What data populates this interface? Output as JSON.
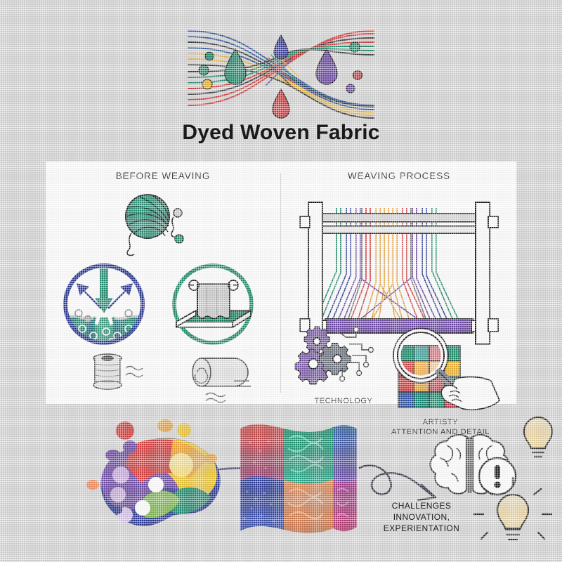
{
  "header": {
    "title": "Dyed Woven Fabric",
    "logo_name": "crossed-dyed-threads-logo",
    "logo_thread_colors": [
      "#2f5596",
      "#e8b23a",
      "#d23c3c",
      "#1d8a6a",
      "#3b3b3b",
      "#6b4aa0"
    ],
    "logo_droplets": [
      {
        "name": "droplet-green",
        "color": "#1d8a6a"
      },
      {
        "name": "droplet-navy",
        "color": "#36399a"
      },
      {
        "name": "droplet-purple",
        "color": "#6b4aa0"
      },
      {
        "name": "droplet-red",
        "color": "#d8363a"
      }
    ],
    "logo_dots": [
      {
        "color": "#1d8a6a"
      },
      {
        "color": "#1d8a6a"
      },
      {
        "color": "#e8b23a"
      },
      {
        "color": "#1d8a6a"
      },
      {
        "color": "#d23c3c"
      },
      {
        "color": "#6b4aa0"
      }
    ]
  },
  "panel": {
    "left": {
      "heading": "BEFORE WEAVING",
      "icons": [
        {
          "name": "yarn-ball-icon",
          "color": "#1d8a6a"
        },
        {
          "name": "dye-bath-absorption-icon",
          "ring_color": "#2b3990",
          "liquid_color": "#14667f",
          "arrow_color": "#1d8a6a"
        },
        {
          "name": "fabric-drying-rack-icon",
          "ring_color": "#1d8a6a",
          "tray_color": "#148362"
        },
        {
          "name": "thread-spool-icon",
          "color": "#6e6e6e"
        },
        {
          "name": "fabric-roll-icon",
          "color": "#6e6e6e"
        }
      ]
    },
    "right": {
      "heading": "WEAVING PROCESS",
      "icons": [
        {
          "name": "loom-icon",
          "beam_color": "#6b4aa0"
        },
        {
          "name": "gears-technology-icon",
          "gear_colors": [
            "#7a5ca8",
            "#6f7580"
          ]
        },
        {
          "name": "magnifier-color-swatch-icon"
        }
      ],
      "captions": [
        {
          "name": "technology-caption",
          "text": "TECHNOLOGY"
        },
        {
          "name": "artistry-caption",
          "line1": "ARTISTY",
          "line2": "ATTENTION AND DETAIL"
        }
      ],
      "loom_warp_colors": [
        "#1d8a6a",
        "#2b3990",
        "#6b4aa0",
        "#d23c3c",
        "#e89a2a",
        "#3b3b3b"
      ],
      "swatch_grid_colors": [
        [
          "#5b9bc7",
          "#4aa39a",
          "#d87a80",
          "#1d8a6a"
        ],
        [
          "#cf4a4a",
          "#efb25a",
          "#f0c79a",
          "#e8b23a"
        ],
        [
          "#d23c3c",
          "#e8a13a",
          "#c84a55",
          "#1d8a6a"
        ],
        [
          "#2b4f9e",
          "#128070",
          "#1d8a6a",
          "#cf3a52"
        ]
      ]
    }
  },
  "bottom": {
    "icons": [
      {
        "name": "color-palette-brain-icon"
      },
      {
        "name": "woven-fabric-swatch-icon"
      },
      {
        "name": "squiggle-connector-icon"
      },
      {
        "name": "arrow-icon"
      },
      {
        "name": "brain-icon"
      },
      {
        "name": "exclamation-badge-icon"
      },
      {
        "name": "lightbulb-icon-top"
      },
      {
        "name": "lightbulb-icon-bottom"
      }
    ],
    "caption_line1": "CHALLENGES",
    "caption_line2": "INNOVATION,",
    "caption_line3": "EXPERIENTATION",
    "palette_colors": [
      "#d23c3c",
      "#e8a13a",
      "#e8c23a",
      "#7ab648",
      "#1d8a6a",
      "#2b3990",
      "#6b4aa0",
      "#f08a5d"
    ],
    "fabric_colors": [
      "#c9483f",
      "#1d8a6a",
      "#2b5f9e",
      "#2b3990",
      "#d98a5a",
      "#8a3a8a"
    ]
  },
  "colors": {
    "background": "#d4d4d4",
    "panel": "#ffffff",
    "ink": "#1a1a1a",
    "divider": "#b9b9b9"
  }
}
